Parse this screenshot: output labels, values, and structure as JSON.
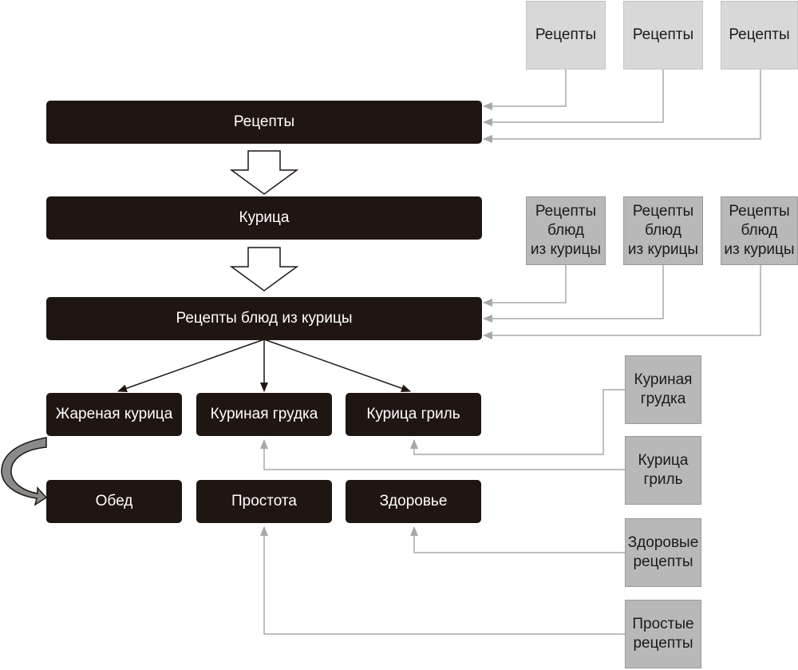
{
  "main_flow": {
    "recipes": "Рецепты",
    "chicken": "Курица",
    "chicken_recipes": "Рецепты блюд из курицы"
  },
  "subcategories": [
    "Жареная курица",
    "Куриная грудка",
    "Курица гриль"
  ],
  "attributes": [
    "Обед",
    "Простота",
    "Здоровье"
  ],
  "top_sources": [
    "Рецепты",
    "Рецепты",
    "Рецепты"
  ],
  "middle_sources": [
    "Рецепты\nблюд\nиз курицы",
    "Рецепты\nблюд\nиз курицы",
    "Рецепты\nблюд\nиз курицы"
  ],
  "right_sources": [
    "Куриная\nгрудка",
    "Курица\nгриль",
    "Здоровые\nрецепты",
    "Простые\nрецепты"
  ],
  "colors": {
    "dark": "#1f1611",
    "grey": "#b8b8b8",
    "light": "#d8d8d8",
    "arrow": "#a8a8a8"
  }
}
